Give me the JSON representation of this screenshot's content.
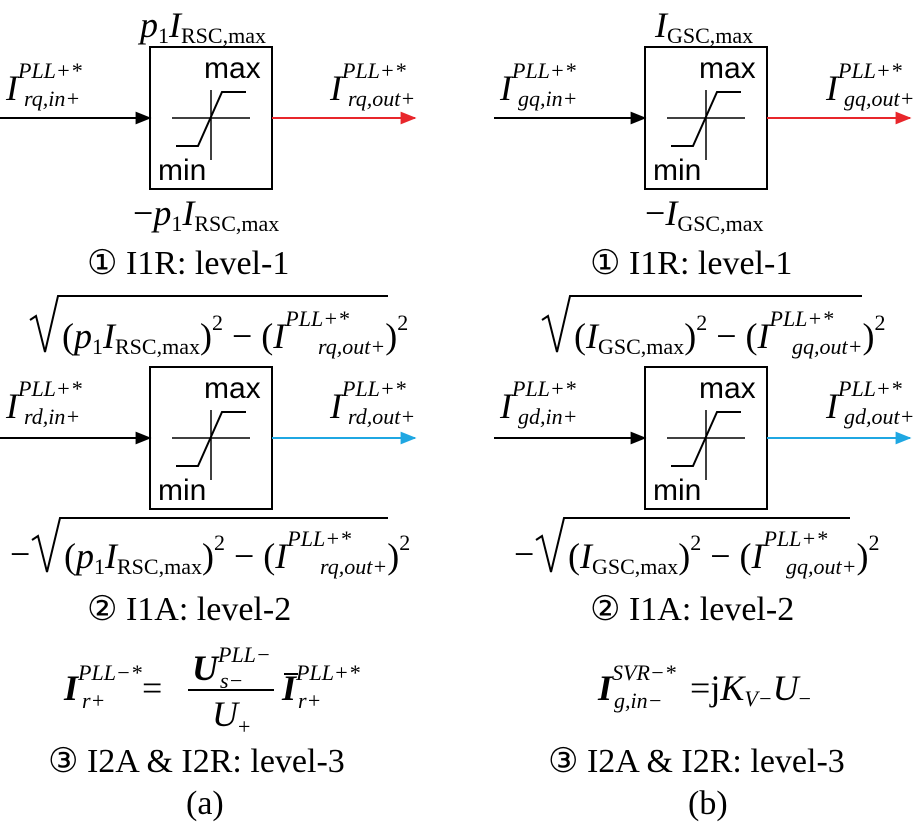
{
  "panel_a": {
    "label": "(a)",
    "limiter1": {
      "top_limit": {
        "coef": "p",
        "coef_sub": "1",
        "var": "I",
        "sub": "RSC,max"
      },
      "bottom_limit": {
        "minus": "−",
        "coef": "p",
        "coef_sub": "1",
        "var": "I",
        "sub": "RSC,max"
      },
      "input": {
        "var": "I",
        "sup": "PLL+*",
        "sub": "rq,in+"
      },
      "output": {
        "var": "I",
        "sup": "PLL+*",
        "sub": "rq,out+"
      },
      "max_label": "max",
      "min_label": "min",
      "output_color": "#e8262b",
      "caption_mark": "①",
      "caption_text": " I1R: level-1"
    },
    "limiter2": {
      "top_limit": {
        "open": "(",
        "coef": "p",
        "coef_sub": "1",
        "var": "I",
        "sub": "RSC,max",
        "close": ")",
        "pow": "2",
        "minus": " − ",
        "var2": "I",
        "sup2": "PLL+*",
        "sub2": "rq,out+",
        "close2": ")",
        "pow2": "2"
      },
      "bottom_minus": "−",
      "input": {
        "var": "I",
        "sup": "PLL+*",
        "sub": "rd,in+"
      },
      "output": {
        "var": "I",
        "sup": "PLL+*",
        "sub": "rd,out+"
      },
      "max_label": "max",
      "min_label": "min",
      "output_color": "#1fa7e2",
      "caption_mark": "②",
      "caption_text": " I1A: level-2"
    },
    "equation": {
      "lhs_var": "I",
      "lhs_sup": "PLL−*",
      "lhs_sub": "r+",
      "eq": "=",
      "num_var": "U",
      "num_sup": "PLL−",
      "num_sub": "s−",
      "den_var": "U",
      "den_sub": "+",
      "rhs_var": "I",
      "rhs_sup": "PLL+*",
      "rhs_sub": "r+"
    },
    "caption3_mark": "③",
    "caption3_text": " I2A & I2R: level-3"
  },
  "panel_b": {
    "label": "(b)",
    "limiter1": {
      "top_limit": {
        "var": "I",
        "sub": "GSC,max"
      },
      "bottom_limit": {
        "minus": "−",
        "var": "I",
        "sub": "GSC,max"
      },
      "input": {
        "var": "I",
        "sup": "PLL+*",
        "sub": "gq,in+"
      },
      "output": {
        "var": "I",
        "sup": "PLL+*",
        "sub": "gq,out+"
      },
      "max_label": "max",
      "min_label": "min",
      "output_color": "#e8262b",
      "caption_mark": "①",
      "caption_text": " I1R: level-1"
    },
    "limiter2": {
      "top_limit": {
        "open": "(",
        "var": "I",
        "sub": "GSC,max",
        "close": ")",
        "pow": "2",
        "minus": " − ",
        "var2": "I",
        "sup2": "PLL+*",
        "sub2": "gq,out+",
        "close2": ")",
        "pow2": "2"
      },
      "bottom_minus": "−",
      "input": {
        "var": "I",
        "sup": "PLL+*",
        "sub": "gd,in+"
      },
      "output": {
        "var": "I",
        "sup": "PLL+*",
        "sub": "gd,out+"
      },
      "max_label": "max",
      "min_label": "min",
      "output_color": "#1fa7e2",
      "caption_mark": "②",
      "caption_text": " I1A: level-2"
    },
    "equation": {
      "lhs_var": "I",
      "lhs_sup": "SVR−*",
      "lhs_sub": "g,in−",
      "eq": "=",
      "rhs_j": "j",
      "rhs_k": "K",
      "rhs_k_sub": "V−",
      "rhs_u": "U",
      "rhs_u_sub": "−"
    },
    "caption3_mark": "③",
    "caption3_text": " I2A & I2R: level-3"
  }
}
